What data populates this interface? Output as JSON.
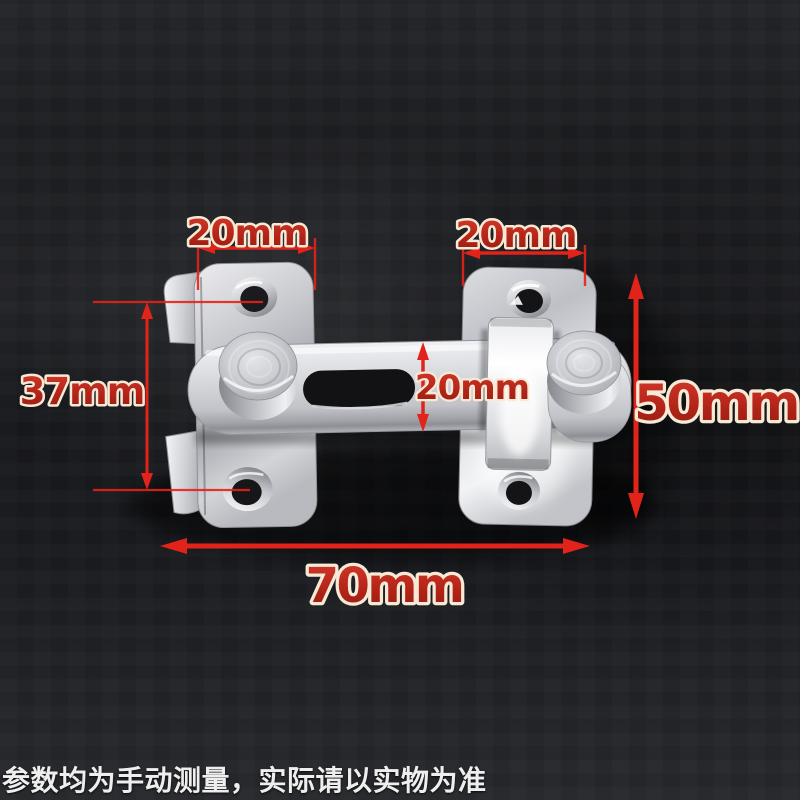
{
  "annotations": {
    "arrow_color": "#e2231a",
    "label_fill_top": "#d6392b",
    "label_fill_bottom": "#951d12",
    "label_outline": "#f6ead6",
    "labels": {
      "left_plate_width": "20mm",
      "right_plate_width": "20mm",
      "left_screw_spacing": "37mm",
      "bar_height": "20mm",
      "plate_height": "50mm",
      "overall_width": "70mm"
    }
  },
  "caption": {
    "text": "参数均为手动测量，实际请以实物为准"
  }
}
